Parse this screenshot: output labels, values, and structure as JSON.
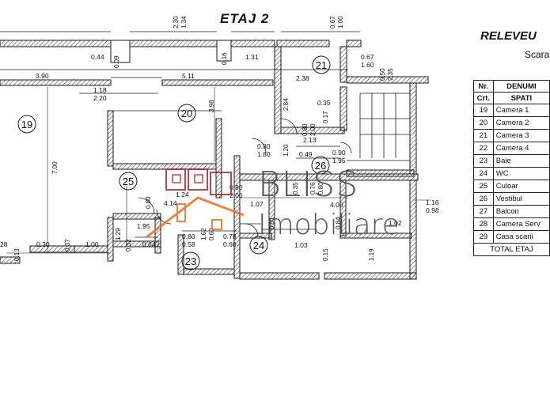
{
  "floor_title": "ETAJ 2",
  "releveu_title": "RELEVEU",
  "stair_subtitle": "Scara",
  "legend": {
    "header_nr": "Nr.",
    "header_crt": "Crt.",
    "header_denum": "DENUMI",
    "header_spatiu": "SPATI",
    "rows": [
      {
        "nr": "19",
        "name": "Camera 1"
      },
      {
        "nr": "20",
        "name": "Camera 2"
      },
      {
        "nr": "21",
        "name": "Camera 3"
      },
      {
        "nr": "22",
        "name": "Camera 4"
      },
      {
        "nr": "23",
        "name": "Baie"
      },
      {
        "nr": "24",
        "name": "WC"
      },
      {
        "nr": "25",
        "name": "Culoar"
      },
      {
        "nr": "26",
        "name": "Vestibul"
      },
      {
        "nr": "27",
        "name": "Balcon"
      },
      {
        "nr": "28",
        "name": "Camera Serv"
      },
      {
        "nr": "29",
        "name": "Casa scarii"
      }
    ],
    "total_label": "TOTAL ETAJ"
  },
  "rooms": {
    "r19": "19",
    "r20": "20",
    "r21": "21",
    "r23": "23",
    "r24": "24",
    "r25": "25",
    "r26": "26"
  },
  "dimensions": {
    "d230": "2.30",
    "d134": "1.34",
    "d067a": "0.67",
    "d100a": "1.00",
    "d044": "0.44",
    "d009": "0.09",
    "d016": "0.16",
    "d131": "1.31",
    "d067b": "0.67",
    "d160": "1.60",
    "d050": "0.50",
    "d235": "2.35",
    "d390": "3.90",
    "d511": "5.11",
    "d118": "1.18",
    "d220": "2.20",
    "d238": "2.38",
    "d398": "3.98",
    "d284": "2.84",
    "d035a": "0.35",
    "d017": "0.17",
    "d080a": "0.80",
    "d200a": "2.00",
    "d213": "2.13",
    "d700": "7.00",
    "d080b": "0.80",
    "d180": "1.80",
    "d120": "1.20",
    "d049": "0.49",
    "d090": "0.90",
    "d195a": "1.95",
    "d080c": "0.80",
    "d124": "1.24",
    "d414": "4.14",
    "d080d": "0.80",
    "d200b": "2.00",
    "d107": "1.07",
    "d035b": "0.35",
    "d400": "4.00",
    "d116": "1.16",
    "d098": "0.98",
    "d080e": "0.80",
    "d195b": "1.95",
    "d051": "0.51",
    "d084": "0.84",
    "d102": "1.02",
    "d028": "28",
    "d030": "0.30",
    "d013": "0.13",
    "d037": "0.37",
    "d100b": "1.00",
    "d129": "1.29",
    "d032": "0.32",
    "d064": "0.64",
    "d080f": "0.80",
    "d058": "0.58",
    "d162": "1.62",
    "d060a": "0.60",
    "d078": "0.78",
    "d060b": "0.60",
    "d103": "1.03",
    "d015": "0.15",
    "d119": "1.19",
    "d076": "0.76"
  },
  "watermark": {
    "line1": "BLISS",
    "line2": "Imobiliare"
  },
  "colors": {
    "wall": "#1a1a1a",
    "logo_red": "#9b2d3a",
    "logo_orange": "#e0702a",
    "hatch": "#444444"
  }
}
